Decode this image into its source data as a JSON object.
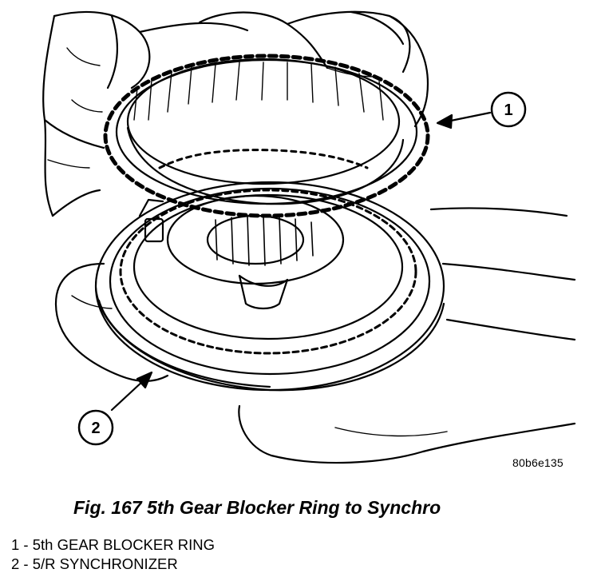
{
  "figure": {
    "caption": "Fig. 167 5th Gear Blocker Ring to Synchro",
    "reference_code": "80b6e135",
    "callouts": [
      {
        "number": "1",
        "label": "5th GEAR BLOCKER RING"
      },
      {
        "number": "2",
        "label": "5/R SYNCHRONIZER"
      }
    ]
  },
  "legend": [
    {
      "number": "1",
      "separator": " - ",
      "text": "5th GEAR BLOCKER RING"
    },
    {
      "number": "2",
      "separator": " - ",
      "text": "5/R SYNCHRONIZER"
    }
  ],
  "colors": {
    "ink": "#000000",
    "paper": "#ffffff"
  }
}
